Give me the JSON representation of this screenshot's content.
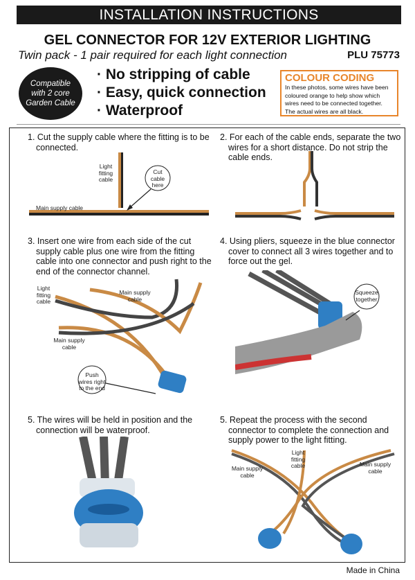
{
  "banner": "INSTALLATION INSTRUCTIONS",
  "title": "GEL CONNECTOR FOR 12V EXTERIOR LIGHTING",
  "subtitle": "Twin pack - 1 pair required for each light connection",
  "plu": "PLU 75773",
  "badge": [
    "Compatible",
    "with 2 core",
    "Garden Cable"
  ],
  "features": [
    "· No stripping of cable",
    "· Easy, quick connection",
    "· Waterproof"
  ],
  "colour_coding": {
    "heading": "COLOUR CODING",
    "body": "In these photos, some wires have been coloured orange to help show which wires need to be connected together. The actual wires are all black."
  },
  "steps": [
    {
      "text": "1. Cut the supply cable where the fitting is to be connected.",
      "labels": [
        "Light fitting cable",
        "Cut cable here",
        "Main supply cable"
      ]
    },
    {
      "text": "2. For each of the cable ends, separate the two wires for a short distance. Do not strip the cable ends."
    },
    {
      "text": "3. Insert one wire from each side of the cut supply cable plus one wire from the fitting cable into one connector and push right to the end of the connector channel.",
      "labels": [
        "Light fitting cable",
        "Main supply cable",
        "Main supply cable",
        "Push wires right to the end"
      ]
    },
    {
      "text": "4. Using pliers, squeeze in the blue connector cover to connect all 3 wires together and to force out the gel.",
      "labels": [
        "Squeeze together"
      ]
    },
    {
      "text": "5. The wires will be held in position and the connection will be waterproof."
    },
    {
      "text": "5. Repeat the process with the second connector to complete the connection and supply power to the light fitting.",
      "labels": [
        "Light fitting cable",
        "Main supply cable",
        "Main supply cable"
      ]
    }
  ],
  "footer": "Made in China",
  "colors": {
    "orange": "#e8852a",
    "wire_orange": "#c98a45",
    "blue": "#2f7fc4"
  }
}
